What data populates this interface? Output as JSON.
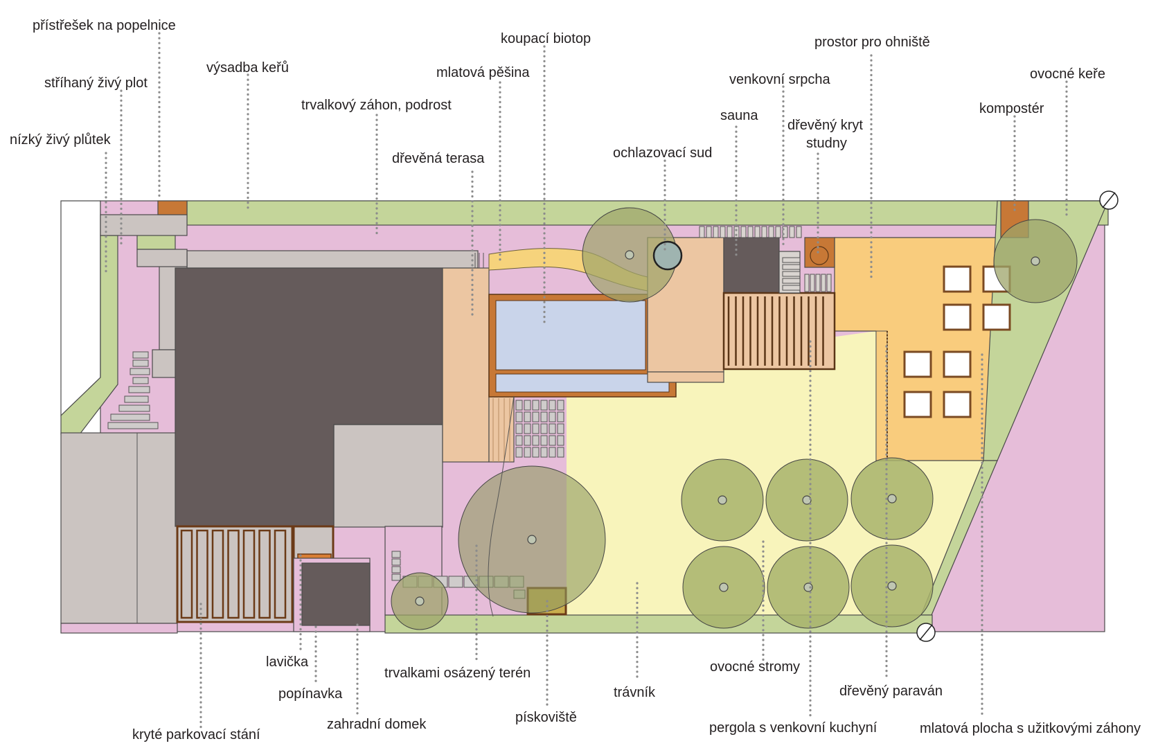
{
  "labels_top": {
    "pristresek": "přístřešek na popelnice",
    "vysadba": "výsadba keřů",
    "strihany": "stříhaný živý plot",
    "nizky": "nízký živý plůtek",
    "trvalkovy": "trvalkový záhon, podrost",
    "drevena_terasa": "dřevěná terasa",
    "mlatova_pesina": "mlatová pěšina",
    "koupaci_biotop": "koupací biotop",
    "ochlazovaci_sud": "ochlazovací sud",
    "sauna": "sauna",
    "venkovni_srpcha": "venkovní srpcha",
    "dreveny_kryt_1": "dřevěný kryt",
    "dreveny_kryt_2": "studny",
    "prostor_ohniste": "prostor pro ohniště",
    "kompostér": "kompostér",
    "ovocne_kere": "ovocné keře"
  },
  "labels_bottom": {
    "lavicka": "lavička",
    "popinavka": "popínavka",
    "zahradni_domek": "zahradní domek",
    "kryte_parkovaci": "kryté parkovací stání",
    "trvalkami": "trvalkami osázený terén",
    "piskoviste": "pískoviště",
    "travnik": "trávník",
    "ovocne_stromy": "ovocné stromy",
    "pergola": "pergola s venkovní kuchyní",
    "dreveny_paravan": "dřevěný paraván",
    "mlatova_plocha": "mlatová plocha s užitkovými záhony"
  },
  "colors": {
    "pink": "#e6bdd9",
    "green": "#c4d59a",
    "gray": "#cbc4c1",
    "dark": "#655b5b",
    "peach": "#ecc6a2",
    "yellow": "#f8f4bb",
    "orange": "#f9cc7d",
    "water": "#c9d4ea",
    "brown": "#c77836",
    "tree": "#a8b36c",
    "path": "#f6d37c"
  }
}
